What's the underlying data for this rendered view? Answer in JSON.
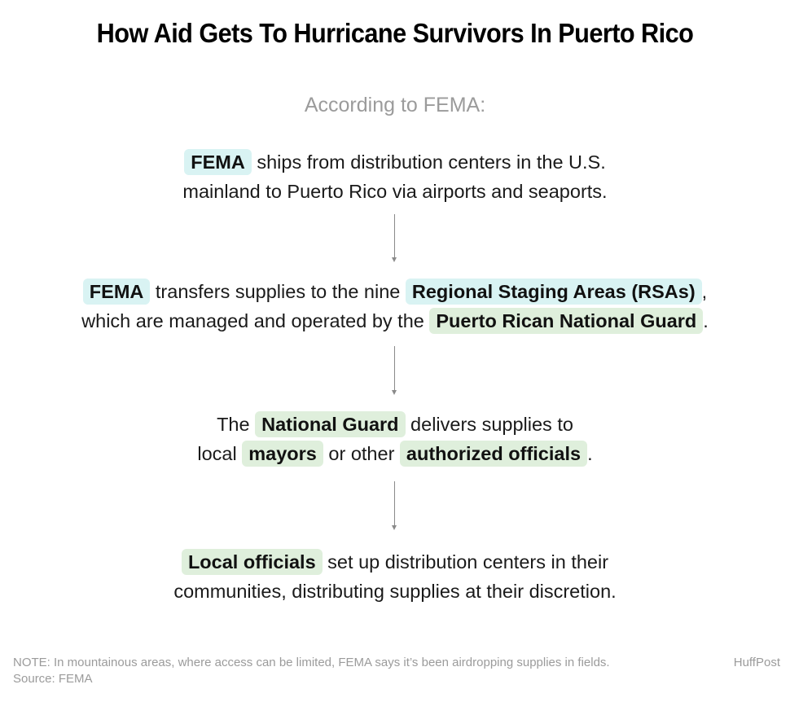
{
  "title": "How Aid Gets To Hurricane Survivors In Puerto Rico",
  "subtitle": "According to FEMA:",
  "steps": [
    {
      "lines": [
        [
          {
            "text": "FEMA",
            "highlight": "blue"
          },
          {
            "text": " ships from distribution centers in the U.S."
          }
        ],
        [
          {
            "text": "mainland to Puerto Rico via airports and seaports."
          }
        ]
      ]
    },
    {
      "lines": [
        [
          {
            "text": "FEMA",
            "highlight": "blue"
          },
          {
            "text": " transfers supplies to the nine "
          },
          {
            "text": "Regional Staging Areas (RSAs)",
            "highlight": "blue"
          },
          {
            "text": ","
          }
        ],
        [
          {
            "text": "which are managed and operated by the "
          },
          {
            "text": "Puerto Rican National Guard",
            "highlight": "green"
          },
          {
            "text": "."
          }
        ]
      ]
    },
    {
      "lines": [
        [
          {
            "text": "The "
          },
          {
            "text": "National Guard",
            "highlight": "green"
          },
          {
            "text": " delivers supplies to"
          }
        ],
        [
          {
            "text": "local "
          },
          {
            "text": "mayors",
            "highlight": "green"
          },
          {
            "text": " or other "
          },
          {
            "text": "authorized officials",
            "highlight": "green"
          },
          {
            "text": "."
          }
        ]
      ]
    },
    {
      "lines": [
        [
          {
            "text": "Local officials",
            "highlight": "green"
          },
          {
            "text": " set up distribution centers in their"
          }
        ],
        [
          {
            "text": "communities, distributing supplies at their discretion."
          }
        ]
      ]
    }
  ],
  "footer": {
    "note": "NOTE: In mountainous areas, where access can be limited, FEMA says it’s been airdropping supplies in fields.",
    "source": "Source: FEMA",
    "credit": "HuffPost"
  },
  "colors": {
    "highlight_blue": "#d9f3f3",
    "highlight_green": "#dfefdc",
    "muted_text": "#9b9b9b",
    "arrow": "#8a8a8a"
  }
}
